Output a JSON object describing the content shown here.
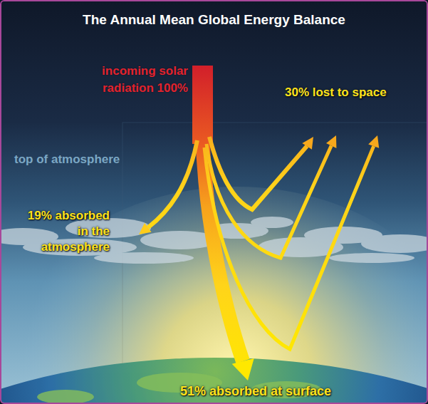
{
  "diagram": {
    "title": "The Annual Mean Global Energy Balance",
    "labels": [
      "incoming solar radiation 100%",
      "30% lost to space",
      "top of atmosphere",
      "19% absorbed in the atmosphere",
      "51% absorbed at surface"
    ]
  }
}
